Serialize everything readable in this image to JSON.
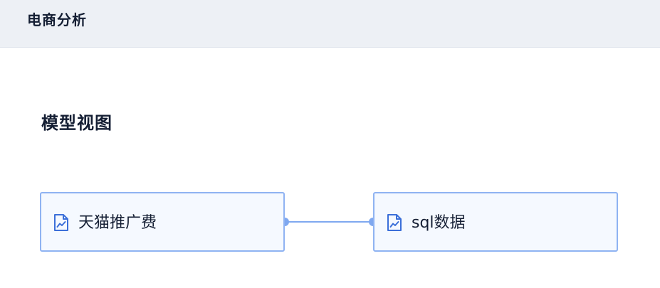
{
  "header": {
    "title": "电商分析"
  },
  "section": {
    "title": "模型视图"
  },
  "nodes": [
    {
      "label": "天猫推广费",
      "icon": "chart-file-icon"
    },
    {
      "label": "sql数据",
      "icon": "chart-file-icon"
    }
  ],
  "colors": {
    "header_bg": "#edf0f5",
    "node_bg": "#f5f9ff",
    "node_border": "#8fb3f2",
    "connector": "#7fa8f0",
    "icon": "#3b6fd9"
  }
}
